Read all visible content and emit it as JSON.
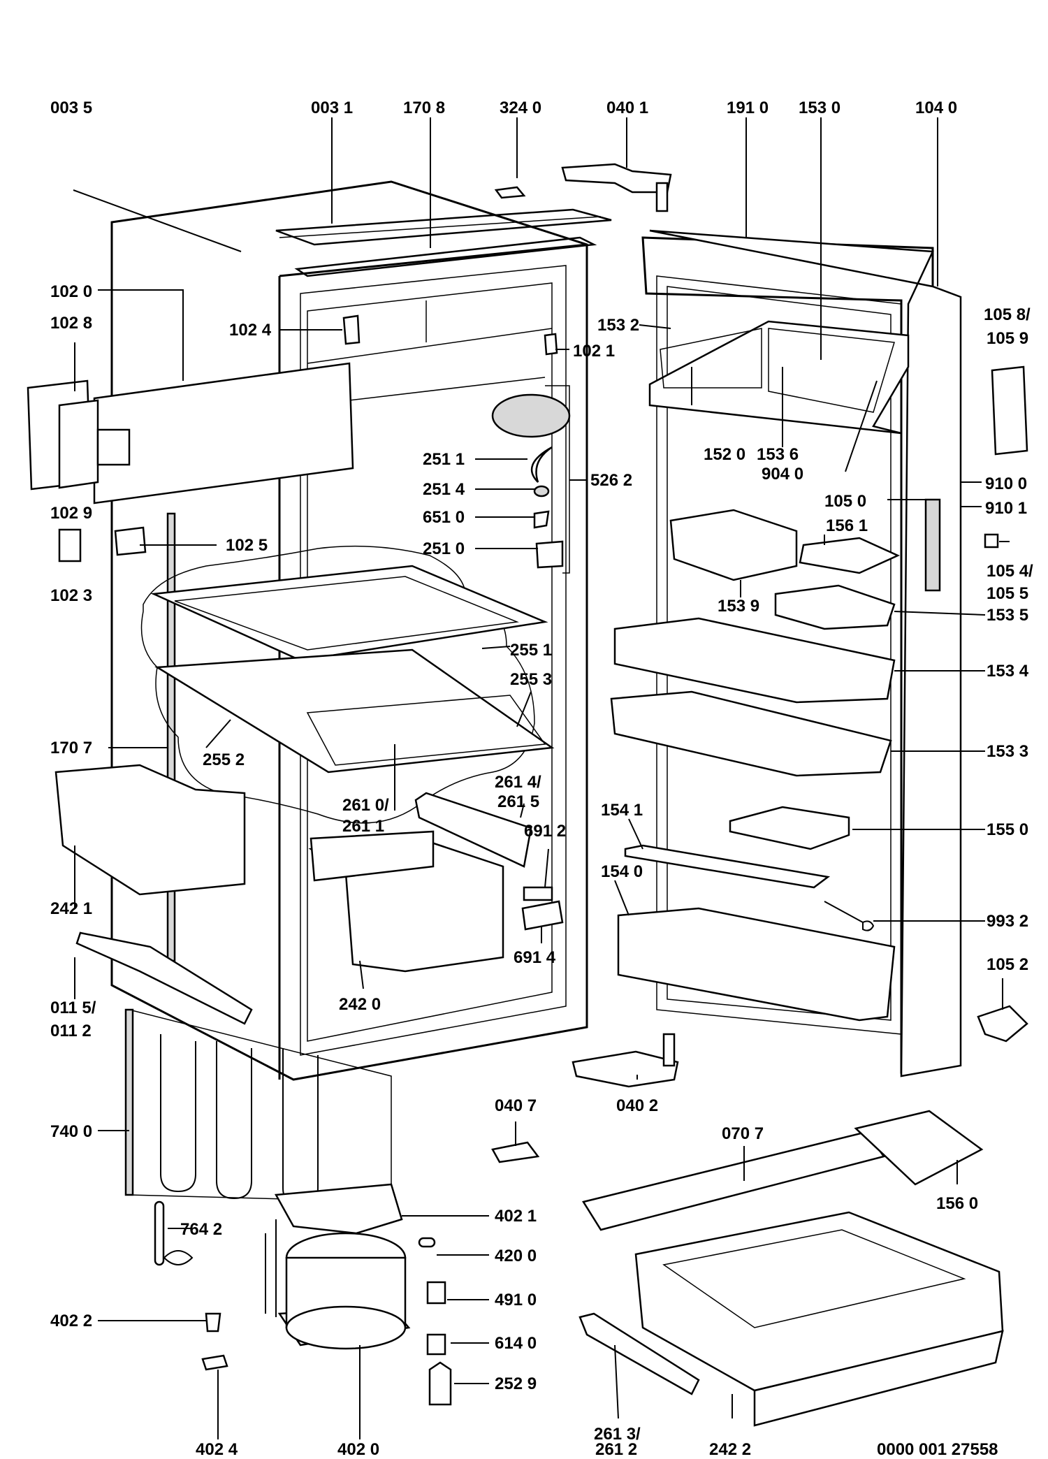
{
  "diagram": {
    "drawing_number": "0000 001 27558",
    "labels": [
      {
        "id": "0035",
        "text": "003 5"
      },
      {
        "id": "0031",
        "text": "003 1"
      },
      {
        "id": "1708",
        "text": "170 8"
      },
      {
        "id": "3240",
        "text": "324 0"
      },
      {
        "id": "0401",
        "text": "040 1"
      },
      {
        "id": "1910",
        "text": "191 0"
      },
      {
        "id": "1530",
        "text": "153 0"
      },
      {
        "id": "1040",
        "text": "104 0"
      },
      {
        "id": "1020",
        "text": "102 0"
      },
      {
        "id": "1028",
        "text": "102 8"
      },
      {
        "id": "1024",
        "text": "102 4"
      },
      {
        "id": "1021",
        "text": "102 1"
      },
      {
        "id": "1532",
        "text": "153 2"
      },
      {
        "id": "1058a",
        "text": "105 8/"
      },
      {
        "id": "1059",
        "text": "105 9"
      },
      {
        "id": "2511",
        "text": "251 1"
      },
      {
        "id": "2514",
        "text": "251 4"
      },
      {
        "id": "6510",
        "text": "651 0"
      },
      {
        "id": "2510",
        "text": "251 0"
      },
      {
        "id": "5262",
        "text": "526 2"
      },
      {
        "id": "1029",
        "text": "102 9"
      },
      {
        "id": "1025",
        "text": "102 5"
      },
      {
        "id": "1023",
        "text": "102 3"
      },
      {
        "id": "1520",
        "text": "152 0"
      },
      {
        "id": "1536",
        "text": "153 6"
      },
      {
        "id": "9040",
        "text": "904 0"
      },
      {
        "id": "1050",
        "text": "105 0"
      },
      {
        "id": "9100",
        "text": "910 0"
      },
      {
        "id": "9101",
        "text": "910 1"
      },
      {
        "id": "1561",
        "text": "156 1"
      },
      {
        "id": "1054",
        "text": "105 4/"
      },
      {
        "id": "1055",
        "text": "105 5"
      },
      {
        "id": "1539",
        "text": "153 9"
      },
      {
        "id": "1535",
        "text": "153 5"
      },
      {
        "id": "2551",
        "text": "255 1"
      },
      {
        "id": "2553",
        "text": "255 3"
      },
      {
        "id": "1534",
        "text": "153 4"
      },
      {
        "id": "1707",
        "text": "170 7"
      },
      {
        "id": "2552",
        "text": "255 2"
      },
      {
        "id": "1533",
        "text": "153 3"
      },
      {
        "id": "2614",
        "text": "261 4/"
      },
      {
        "id": "2615",
        "text": "261 5"
      },
      {
        "id": "2610",
        "text": "261 0/"
      },
      {
        "id": "2611",
        "text": "261 1"
      },
      {
        "id": "1541",
        "text": "154 1"
      },
      {
        "id": "6912",
        "text": "691 2"
      },
      {
        "id": "1550",
        "text": "155 0"
      },
      {
        "id": "2421",
        "text": "242 1"
      },
      {
        "id": "1540",
        "text": "154 0"
      },
      {
        "id": "9932",
        "text": "993 2"
      },
      {
        "id": "6914",
        "text": "691 4"
      },
      {
        "id": "1052",
        "text": "105 2"
      },
      {
        "id": "0115",
        "text": "011 5/"
      },
      {
        "id": "0112",
        "text": "011 2"
      },
      {
        "id": "2420",
        "text": "242 0"
      },
      {
        "id": "0407",
        "text": "040 7"
      },
      {
        "id": "0402",
        "text": "040 2"
      },
      {
        "id": "7400",
        "text": "740 0"
      },
      {
        "id": "0707",
        "text": "070 7"
      },
      {
        "id": "1560",
        "text": "156 0"
      },
      {
        "id": "7642",
        "text": "764 2"
      },
      {
        "id": "4021",
        "text": "402 1"
      },
      {
        "id": "4200",
        "text": "420 0"
      },
      {
        "id": "4910",
        "text": "491 0"
      },
      {
        "id": "4022",
        "text": "402 2"
      },
      {
        "id": "6140",
        "text": "614 0"
      },
      {
        "id": "2529",
        "text": "252 9"
      },
      {
        "id": "2613",
        "text": "261 3/"
      },
      {
        "id": "2612",
        "text": "261 2"
      },
      {
        "id": "2422",
        "text": "242 2"
      },
      {
        "id": "4024",
        "text": "402 4"
      },
      {
        "id": "4020",
        "text": "402 0"
      }
    ]
  }
}
